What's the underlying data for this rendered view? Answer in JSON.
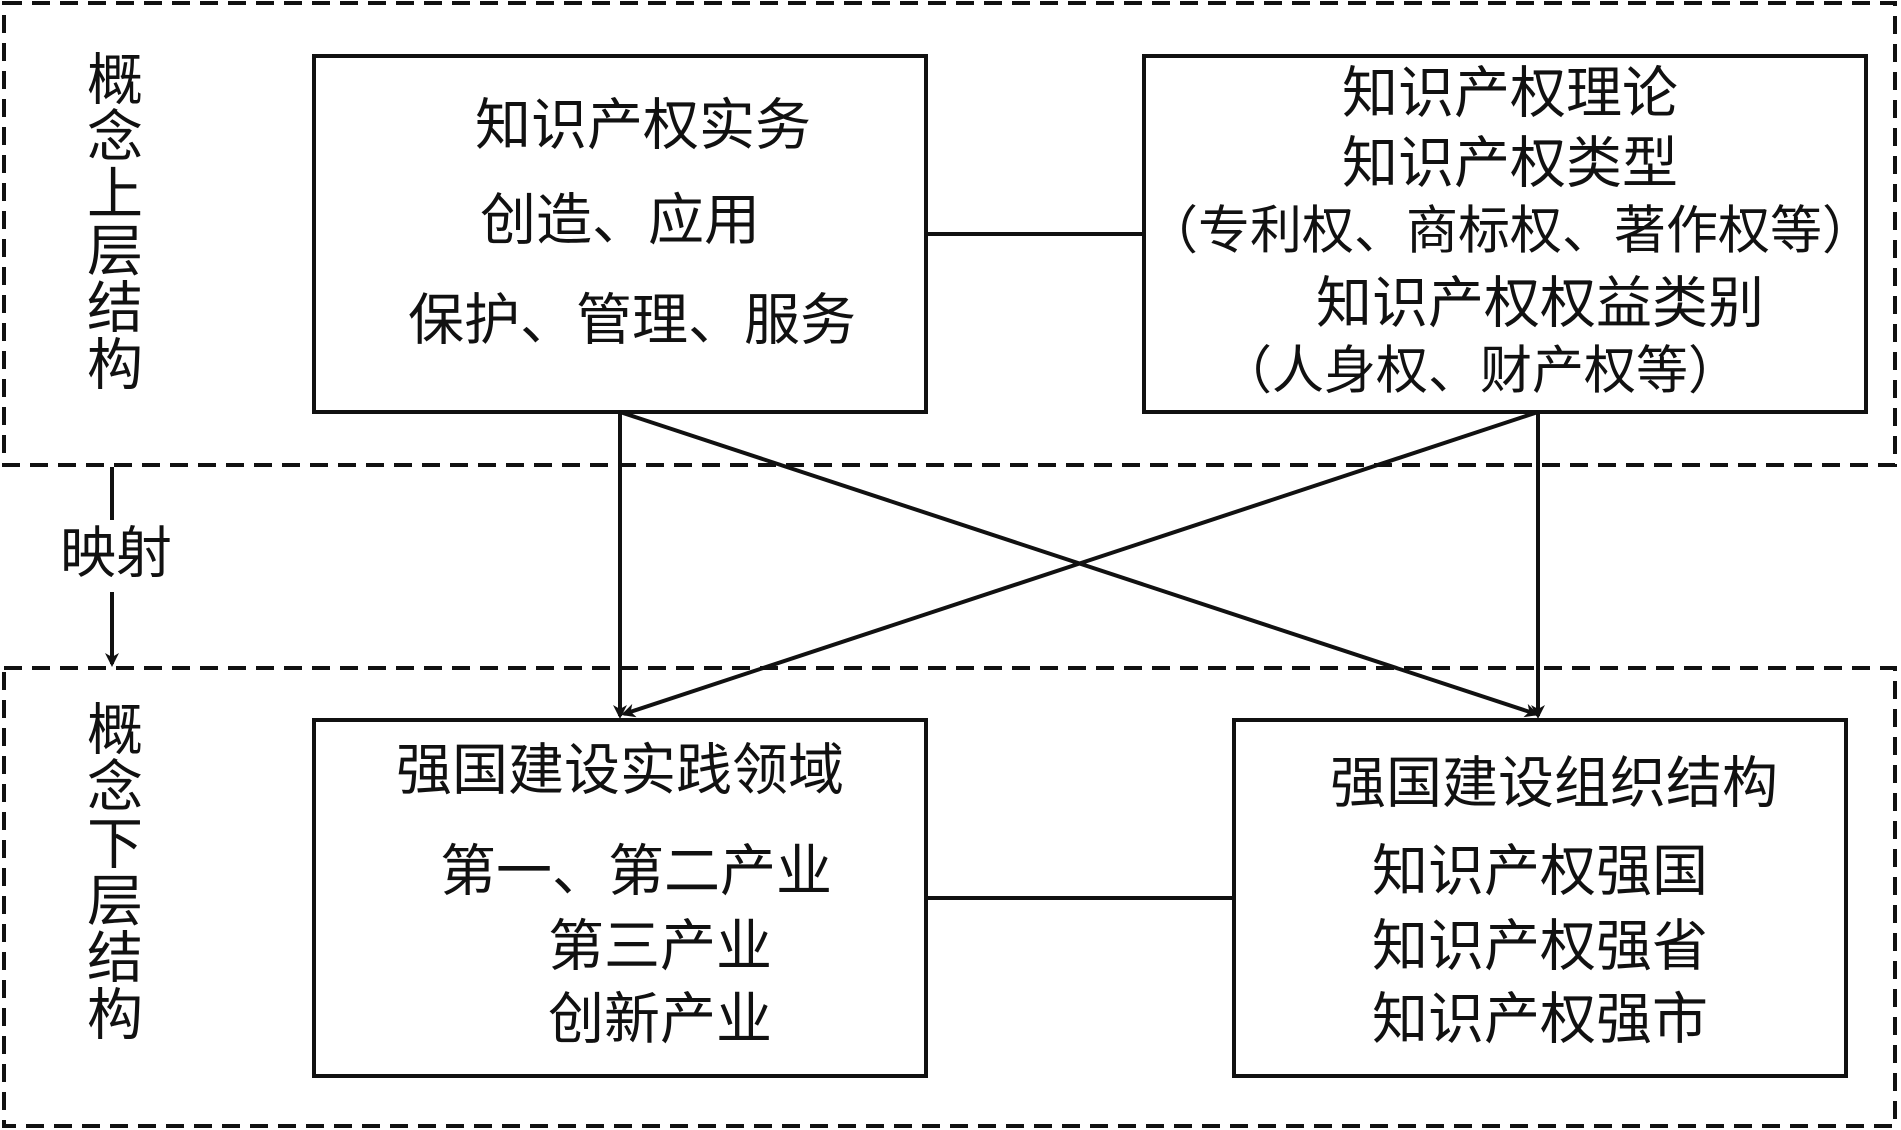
{
  "upper_region": {
    "label": [
      "概",
      "念",
      "上",
      "层",
      "结",
      "构"
    ]
  },
  "lower_region": {
    "label": [
      "概",
      "念",
      "下",
      "层",
      "结",
      "构"
    ]
  },
  "mapping": {
    "label": "映射"
  },
  "boxes": {
    "ip_practice": {
      "lines": [
        "知识产权实务",
        "创造、应用",
        "保护、管理、服务"
      ]
    },
    "ip_theory": {
      "lines": [
        "知识产权理论",
        "知识产权类型",
        "（专利权、商标权、著作权等）",
        "知识产权权益类别",
        "（人身权、财产权等）"
      ]
    },
    "practice_fields": {
      "lines": [
        "强国建设实践领域",
        "第一、第二产业",
        "第三产业",
        "创新产业"
      ]
    },
    "org_structure": {
      "lines": [
        "强国建设组织结构",
        "知识产权强国",
        "知识产权强省",
        "知识产权强市"
      ]
    }
  }
}
